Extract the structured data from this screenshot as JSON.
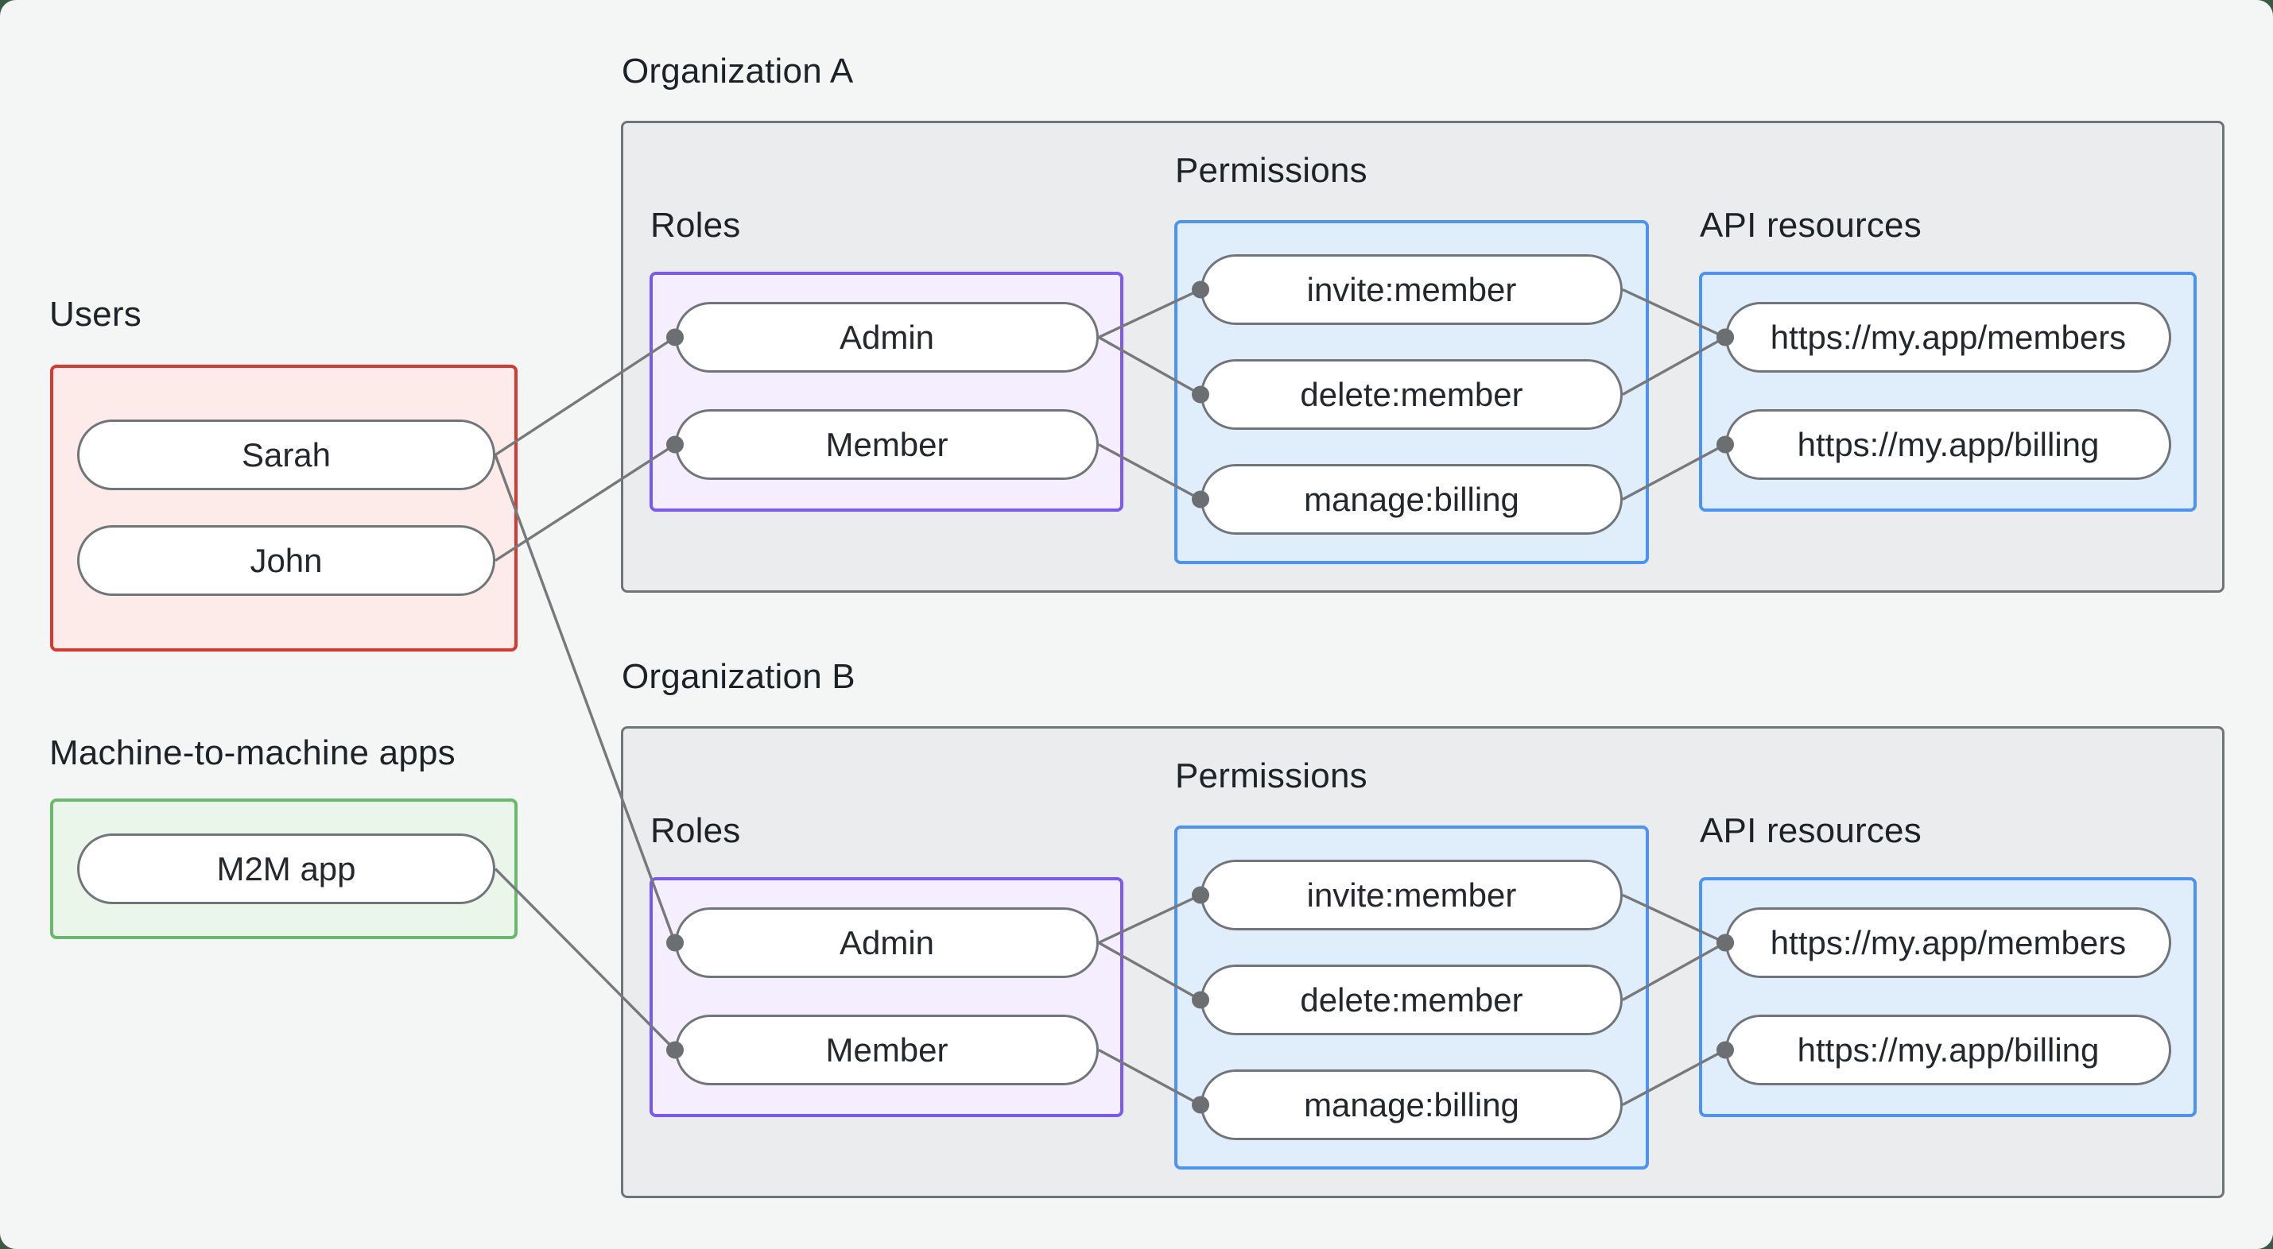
{
  "users_group": {
    "label": "Users",
    "items": [
      {
        "id": "user-sarah",
        "label": "Sarah"
      },
      {
        "id": "user-john",
        "label": "John"
      }
    ]
  },
  "m2m_group": {
    "label": "Machine-to-machine apps",
    "items": [
      {
        "id": "m2m-app",
        "label": "M2M app"
      }
    ]
  },
  "organizations": [
    {
      "name": "Organization A",
      "roles_label": "Roles",
      "roles": [
        {
          "id": "a-admin",
          "label": "Admin"
        },
        {
          "id": "a-member",
          "label": "Member"
        }
      ],
      "permissions_label": "Permissions",
      "permissions": [
        {
          "id": "a-invite",
          "label": "invite:member"
        },
        {
          "id": "a-delete",
          "label": "delete:member"
        },
        {
          "id": "a-manage",
          "label": "manage:billing"
        }
      ],
      "api_label": "API resources",
      "api_resources": [
        {
          "id": "a-members",
          "label": "https://my.app/members"
        },
        {
          "id": "a-billing",
          "label": "https://my.app/billing"
        }
      ]
    },
    {
      "name": "Organization B",
      "roles_label": "Roles",
      "roles": [
        {
          "id": "b-admin",
          "label": "Admin"
        },
        {
          "id": "b-member",
          "label": "Member"
        }
      ],
      "permissions_label": "Permissions",
      "permissions": [
        {
          "id": "b-invite",
          "label": "invite:member"
        },
        {
          "id": "b-delete",
          "label": "delete:member"
        },
        {
          "id": "b-manage",
          "label": "manage:billing"
        }
      ],
      "api_label": "API resources",
      "api_resources": [
        {
          "id": "b-members",
          "label": "https://my.app/members"
        },
        {
          "id": "b-billing",
          "label": "https://my.app/billing"
        }
      ]
    }
  ],
  "connections": [
    {
      "from": "user-sarah",
      "to": "a-admin"
    },
    {
      "from": "user-john",
      "to": "a-member"
    },
    {
      "from": "user-sarah",
      "to": "b-admin"
    },
    {
      "from": "m2m-app",
      "to": "b-member"
    },
    {
      "from": "a-admin",
      "to": "a-invite"
    },
    {
      "from": "a-admin",
      "to": "a-delete"
    },
    {
      "from": "a-member",
      "to": "a-manage"
    },
    {
      "from": "a-invite",
      "to": "a-members"
    },
    {
      "from": "a-delete",
      "to": "a-members"
    },
    {
      "from": "a-manage",
      "to": "a-billing"
    },
    {
      "from": "b-admin",
      "to": "b-invite"
    },
    {
      "from": "b-admin",
      "to": "b-delete"
    },
    {
      "from": "b-member",
      "to": "b-manage"
    },
    {
      "from": "b-invite",
      "to": "b-members"
    },
    {
      "from": "b-delete",
      "to": "b-members"
    },
    {
      "from": "b-manage",
      "to": "b-billing"
    }
  ],
  "palette": {
    "page_background": "#f4f6f5",
    "outer_background": "#3a5a46",
    "users_border": "#d7382f",
    "users_fill": "#fcebe9",
    "m2m_border": "#68b96a",
    "m2m_fill": "#eaf6ea",
    "roles_border": "#7a58f6",
    "roles_fill": "#f4eefe",
    "blue_border": "#4b93f7",
    "blue_fill": "#e0eefc",
    "org_border": "#717476",
    "org_fill": "#ebeced",
    "pill_border": "#70757a",
    "pill_fill": "#ffffff",
    "connector": "#76787a",
    "connector_dot": "#6b6f72",
    "text": "#1e2226"
  }
}
